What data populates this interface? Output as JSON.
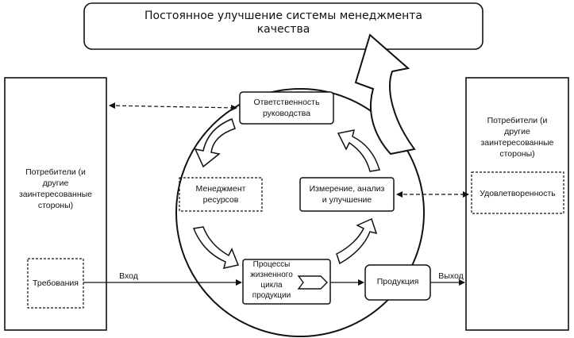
{
  "title": {
    "line1": "Постоянное улучшение системы менеджмента",
    "line2": "качества"
  },
  "left_party": {
    "line1": "Потребители (и",
    "line2": "другие",
    "line3": "заинтересованные",
    "line4": "стороны)"
  },
  "requirements": "Требования",
  "right_party": {
    "line1": "Потребители (и",
    "line2": "другие",
    "line3": "заинтересованные",
    "line4": "стороны)"
  },
  "satisfaction": "Удовлетворенность",
  "management_responsibility": {
    "line1": "Ответственность",
    "line2": "руководства"
  },
  "resource_management": {
    "line1": "Менеджмент",
    "line2": "ресурсов"
  },
  "measurement": {
    "line1": "Измерение, анализ",
    "line2": "и улучшение"
  },
  "lifecycle": {
    "line1": "Процессы",
    "line2": "жизненного",
    "line3": "цикла",
    "line4": "продукции"
  },
  "product": "Продукция",
  "input_label": "Вход",
  "output_label": "Выход",
  "colors": {
    "ink": "#111111",
    "paper": "#ffffff"
  }
}
